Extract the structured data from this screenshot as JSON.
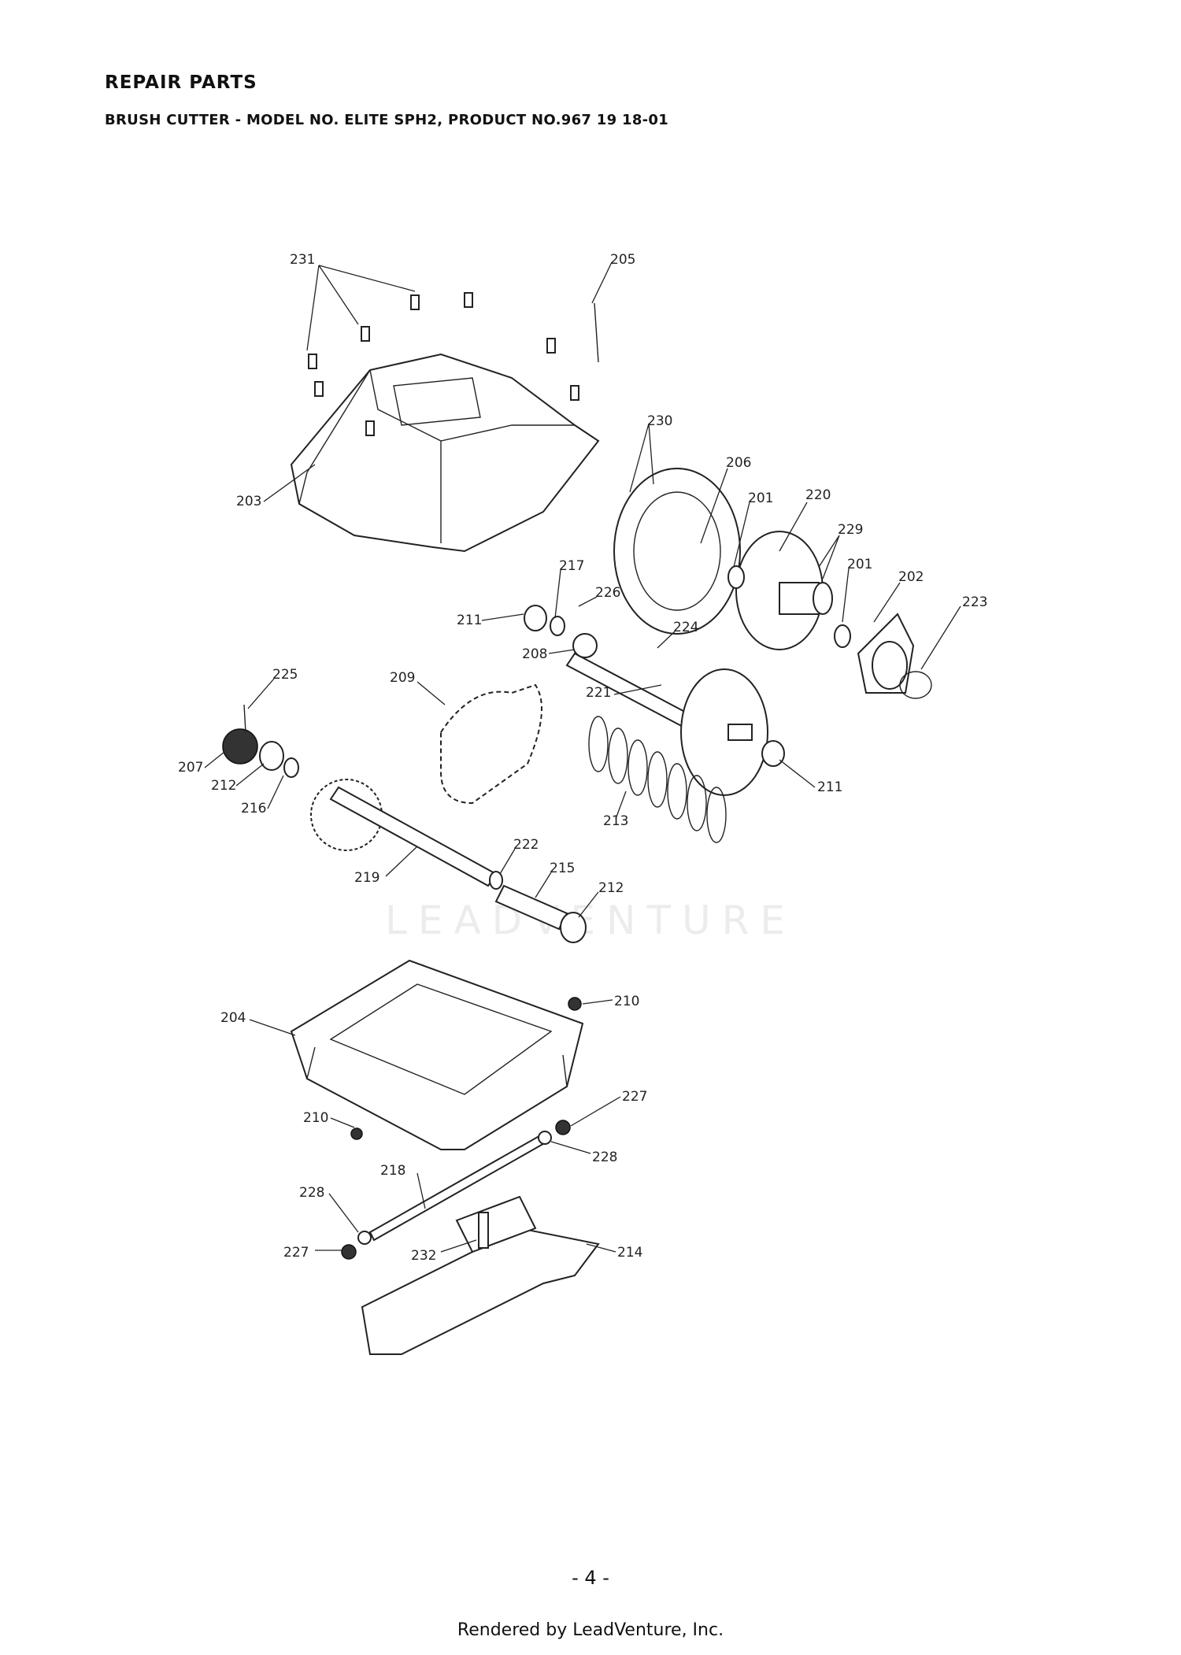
{
  "header": {
    "title": "REPAIR PARTS",
    "subtitle": "BRUSH CUTTER - MODEL NO. ELITE SPH2, PRODUCT NO.967 19 18-01"
  },
  "diagram": {
    "part_labels": [
      "231",
      "205",
      "230",
      "206",
      "201",
      "220",
      "229",
      "201",
      "202",
      "223",
      "203",
      "217",
      "226",
      "211",
      "224",
      "208",
      "225",
      "209",
      "221",
      "207",
      "212",
      "216",
      "211",
      "213",
      "222",
      "215",
      "219",
      "212",
      "204",
      "210",
      "210",
      "227",
      "228",
      "218",
      "228",
      "227",
      "232",
      "214"
    ]
  },
  "watermark": {
    "text": "LEADVENTURE"
  },
  "footer": {
    "page_number": "- 4 -",
    "rendered_by": "Rendered by LeadVenture, Inc."
  }
}
